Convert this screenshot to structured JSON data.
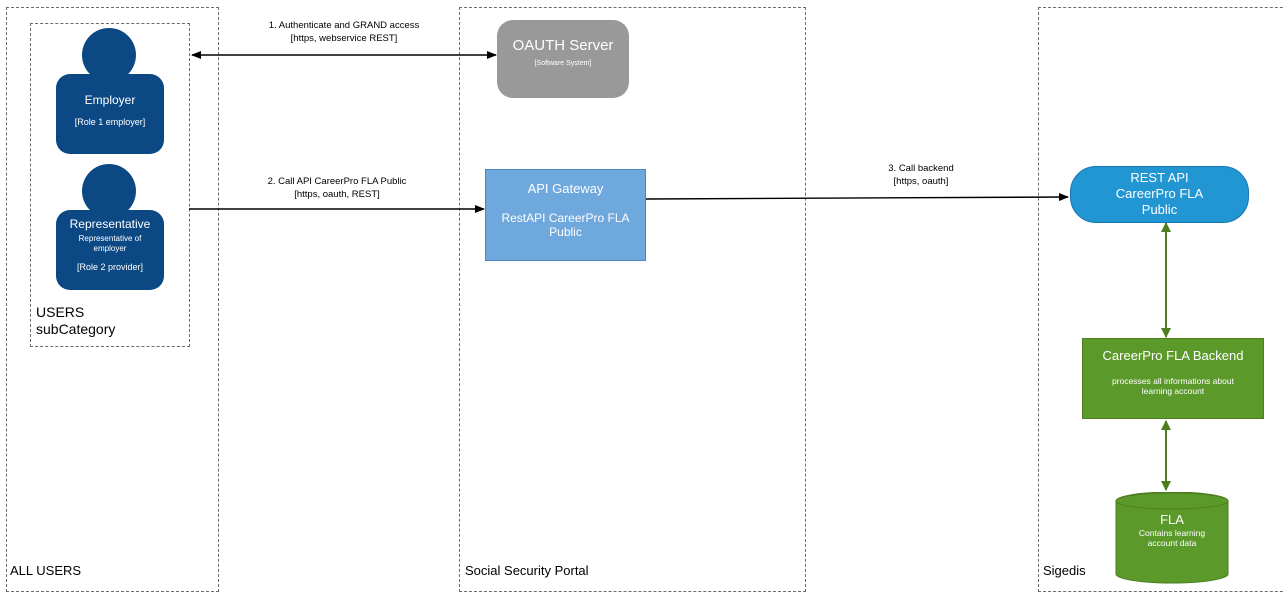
{
  "boundaries": {
    "all_users": "ALL USERS",
    "users_sub_line1": "USERS",
    "users_sub_line2": "subCategory",
    "portal": "Social Security Portal",
    "sigedis": "Sigedis"
  },
  "people": {
    "employer": {
      "name": "Employer",
      "role": "[Role 1 employer]"
    },
    "representative": {
      "name": "Representative",
      "desc_line1": "Representative of",
      "desc_line2": "employer",
      "role": "[Role 2 provider]"
    }
  },
  "systems": {
    "oauth": {
      "name": "OAUTH Server",
      "type": "[Software System]"
    },
    "gateway": {
      "title": "API Gateway",
      "desc_line1": "RestAPI CareerPro FLA",
      "desc_line2": "Public"
    },
    "rest_api": {
      "line1": "REST API",
      "line2": "CareerPro FLA",
      "line3": "Public"
    },
    "backend": {
      "title": "CareerPro FLA Backend",
      "desc_line1": "processes all informations about",
      "desc_line2": "learning account"
    },
    "db": {
      "title": "FLA",
      "desc_line1": "Contains learning",
      "desc_line2": "account data"
    }
  },
  "edges": {
    "e1_line1": "1. Authenticate and GRAND access",
    "e1_line2": "[https, webservice REST]",
    "e2_line1": "2. Call API CareerPro FLA Public",
    "e2_line2": "[https, oauth, REST]",
    "e3_line1": "3. Call backend",
    "e3_line2": "[https, oauth]"
  },
  "colors": {
    "person": "#0b4884",
    "oauth": "#999999",
    "gateway": "#6fa8dc",
    "rest_api": "#2196d3",
    "backend": "#5b9a2a",
    "db": "#5b9a2a",
    "green_arrow": "#4e7d1f"
  }
}
